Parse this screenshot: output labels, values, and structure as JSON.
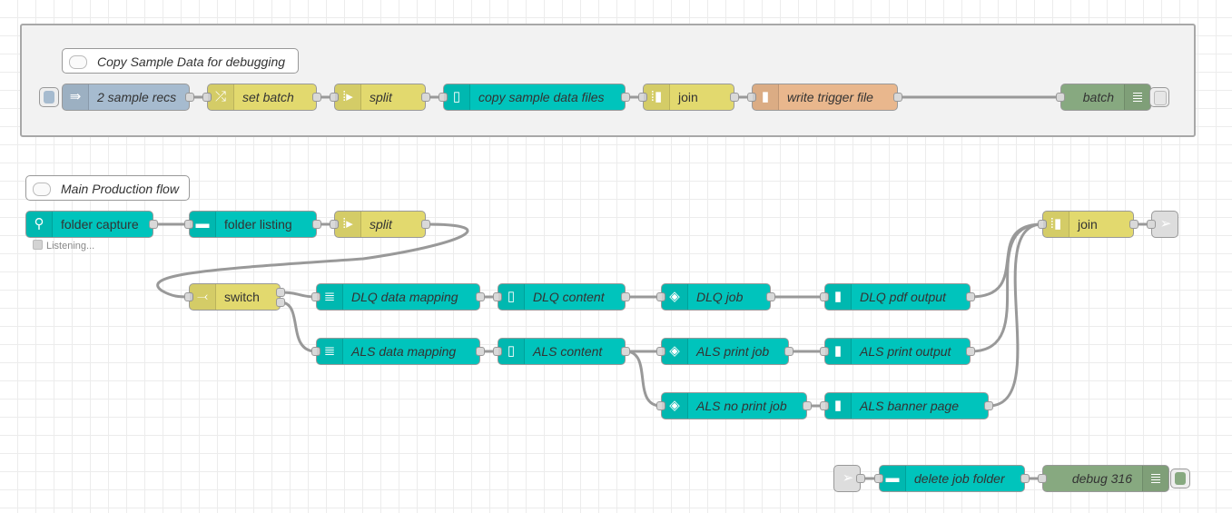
{
  "colors": {
    "teal": "#00c4bc",
    "yellow": "#e2d96e",
    "blue_inject": "#a6bbcf",
    "orange_file": "#e9b78d",
    "debug_green": "#87a980",
    "link_grey": "#dddddd",
    "wire": "#999999"
  },
  "comments": {
    "sample": "Copy Sample Data for debugging",
    "main": "Main Production flow"
  },
  "sample_flow": {
    "inject": {
      "label": "2 sample recs",
      "icon": "arrow-in-icon"
    },
    "set_batch": {
      "label": "set batch",
      "icon": "shuffle-icon"
    },
    "split": {
      "label": "split",
      "icon": "split-icon"
    },
    "copy_files": {
      "label": "copy sample data files",
      "icon": "file-icon"
    },
    "join": {
      "label": "join",
      "icon": "join-icon"
    },
    "write_trigger": {
      "label": "write trigger file",
      "icon": "file-out-icon"
    },
    "batch": {
      "label": "batch",
      "icon": "debug-lines-icon"
    }
  },
  "main_flow": {
    "folder_capture": {
      "label": "folder capture",
      "icon": "search-icon",
      "status": "Listening..."
    },
    "folder_listing": {
      "label": "folder listing",
      "icon": "folder-icon"
    },
    "split": {
      "label": "split",
      "icon": "split-icon"
    },
    "switch": {
      "label": "switch",
      "icon": "switch-icon"
    },
    "dlq_mapping": {
      "label": "DLQ data mapping",
      "icon": "database-icon"
    },
    "dlq_content": {
      "label": "DLQ content",
      "icon": "template-icon"
    },
    "dlq_job": {
      "label": "DLQ job",
      "icon": "layers-icon"
    },
    "dlq_pdf": {
      "label": "DLQ pdf output",
      "icon": "file-out-icon"
    },
    "als_mapping": {
      "label": "ALS data mapping",
      "icon": "database-icon"
    },
    "als_content": {
      "label": "ALS content",
      "icon": "template-icon"
    },
    "als_print_job": {
      "label": "ALS print job",
      "icon": "layers-icon"
    },
    "als_print_output": {
      "label": "ALS print output",
      "icon": "file-out-icon"
    },
    "als_no_print": {
      "label": "ALS no print job",
      "icon": "layers-icon"
    },
    "als_banner": {
      "label": "ALS banner page",
      "icon": "file-out-icon"
    },
    "join": {
      "label": "join",
      "icon": "join-icon"
    },
    "link_out": {
      "label": "",
      "icon": "link-out-icon"
    }
  },
  "cleanup_flow": {
    "link_in": {
      "label": "",
      "icon": "link-in-icon"
    },
    "delete_folder": {
      "label": "delete job folder",
      "icon": "folder-delete-icon"
    },
    "debug": {
      "label": "debug 316",
      "icon": "debug-lines-icon"
    }
  }
}
